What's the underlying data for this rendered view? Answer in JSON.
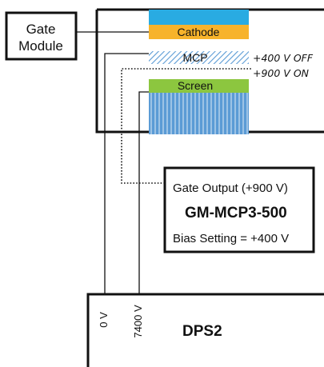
{
  "gate_module": {
    "line1": "Gate",
    "line2": "Module"
  },
  "layers": {
    "cathode": "Cathode",
    "mcp": "MCP",
    "screen": "Screen"
  },
  "mcp_voltages": {
    "off": "+400 V OFF",
    "on": "+900 V ON"
  },
  "gm_box": {
    "gate_output": "Gate Output (+900 V)",
    "model": "GM-MCP3-500",
    "bias": "Bias Setting = +400 V"
  },
  "dps": {
    "name": "DPS2",
    "terminal_0v": "0 V",
    "terminal_7400v": "7400 V"
  },
  "colors": {
    "photocathode_window": "#29abe2",
    "cathode": "#f7b32b",
    "mcp_hatch": "#5b9bd5",
    "screen": "#8cc63f",
    "phosphor": "#5b9bd5",
    "outline": "#111111"
  }
}
